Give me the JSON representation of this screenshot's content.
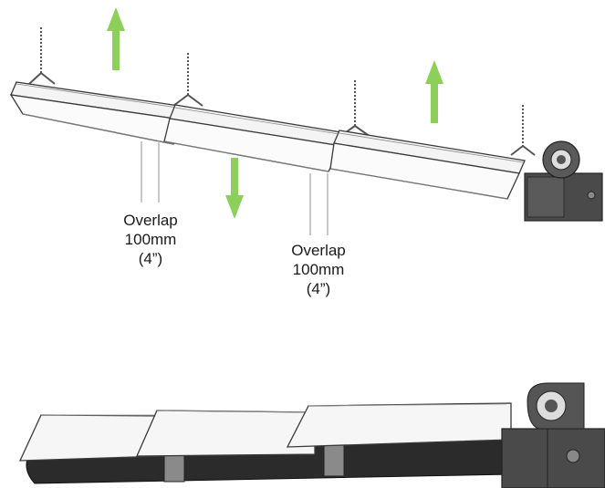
{
  "overlap_labels": [
    {
      "line1": "Overlap",
      "line2": "100mm",
      "line3": "(4”)"
    },
    {
      "line1": "Overlap",
      "line2": "100mm",
      "line3": "(4”)"
    }
  ],
  "colors": {
    "arrow_green": "#8ccf5a",
    "outline": "#3a3a3a",
    "reflector_fill": "#f4f4f4",
    "tube_dark": "#2b2b2b",
    "burner_box": "#4a4a4a",
    "guide_line": "#c8c8c8"
  },
  "arrows": [
    {
      "direction": "up"
    },
    {
      "direction": "down"
    },
    {
      "direction": "up"
    }
  ],
  "icons": [
    "lift-arrow-icon",
    "burner-unit-icon",
    "hanging-chain-icon"
  ]
}
